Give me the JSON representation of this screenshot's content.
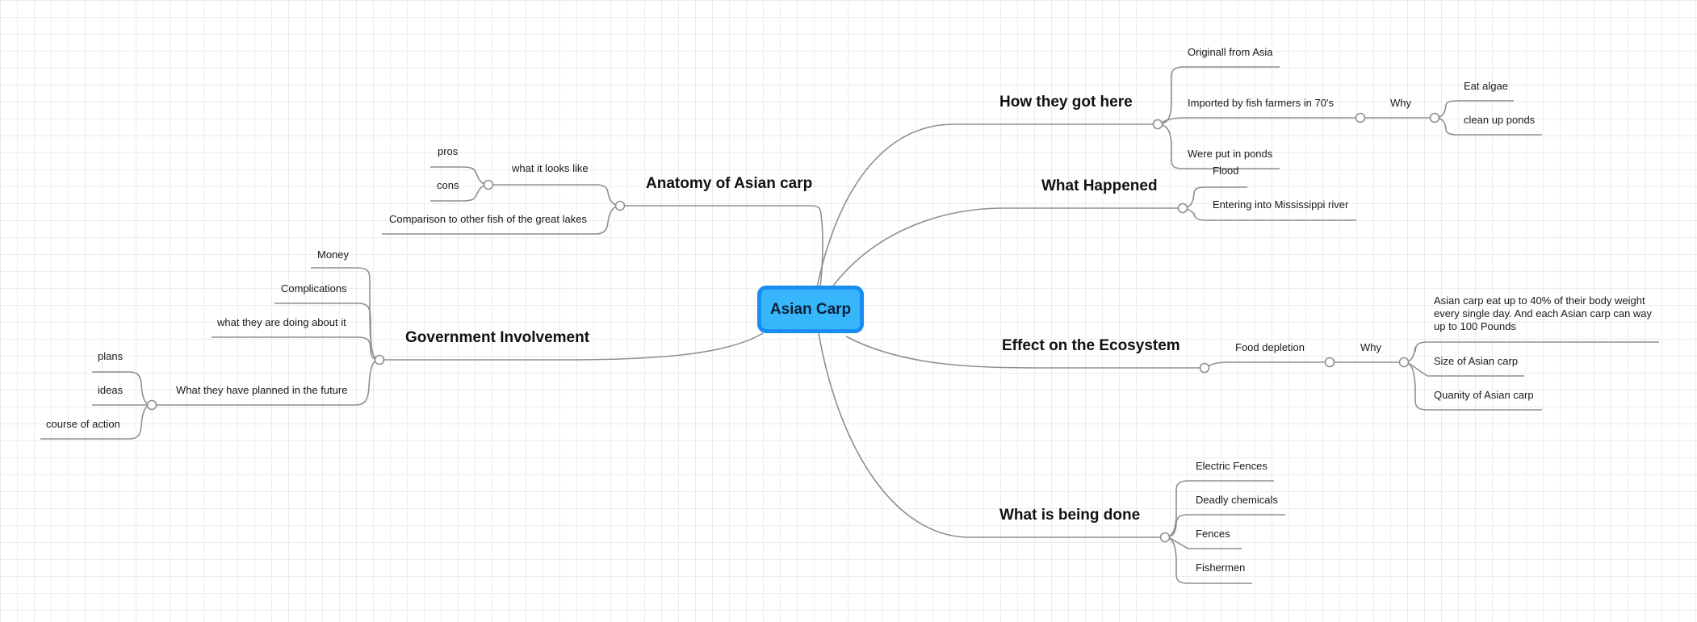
{
  "root": {
    "label": "Asian Carp"
  },
  "how_they_got_here": {
    "label": "How they got here",
    "originally": "Originall from Asia",
    "imported": "Imported by fish farmers in 70's",
    "why": "Why",
    "eat_algae": "Eat algae",
    "clean_ponds": "clean up ponds",
    "put_in_ponds": "Were put in ponds"
  },
  "what_happened": {
    "label": "What Happened",
    "flood": "Flood",
    "mississippi": "Entering into Mississippi river"
  },
  "effect": {
    "label": "Effect on the Ecosystem",
    "food": "Food depletion",
    "why": "Why",
    "eat_40": "Asian carp eat up to 40% of their body weight every single day.  And each Asian carp can way up to 100 Pounds",
    "size": "Size of Asian carp",
    "quanity": "Quanity of Asian carp"
  },
  "what_done": {
    "label": "What is being done",
    "electric": "Electric Fences",
    "chemicals": "Deadly chemicals",
    "fences": "Fences",
    "fishermen": "Fishermen"
  },
  "anatomy": {
    "label": "Anatomy of Asian carp",
    "looks": "what it looks like",
    "pros": "pros",
    "cons": "cons",
    "comparison": "Comparison to other fish of the great lakes"
  },
  "government": {
    "label": "Government Involvement",
    "money": "Money",
    "complications": "Complications",
    "doing": "what they are doing about it",
    "planned": "What they have planned in the future",
    "plans": "plans",
    "ideas": "ideas",
    "course": "course of action"
  },
  "colors": {
    "line": "#8a8a8a",
    "root_fill": "#38b6fb",
    "root_border": "#1a8df0"
  }
}
